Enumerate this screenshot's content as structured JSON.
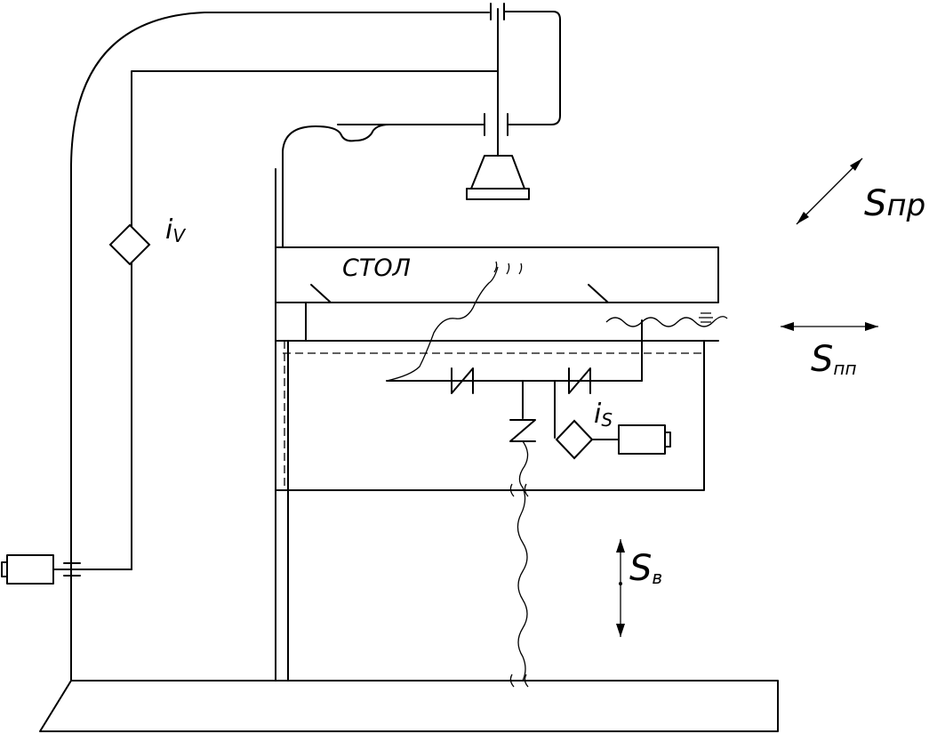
{
  "labels": {
    "table": "СТОЛ",
    "iv_main": "i",
    "iv_sub": "V",
    "is_main": "i",
    "is_sub": "S",
    "s_pr_main": "S",
    "s_pr_sub": "пр",
    "s_pp_main": "S",
    "s_pp_sub": "пп",
    "s_v_main": "S",
    "s_v_sub": "в"
  }
}
